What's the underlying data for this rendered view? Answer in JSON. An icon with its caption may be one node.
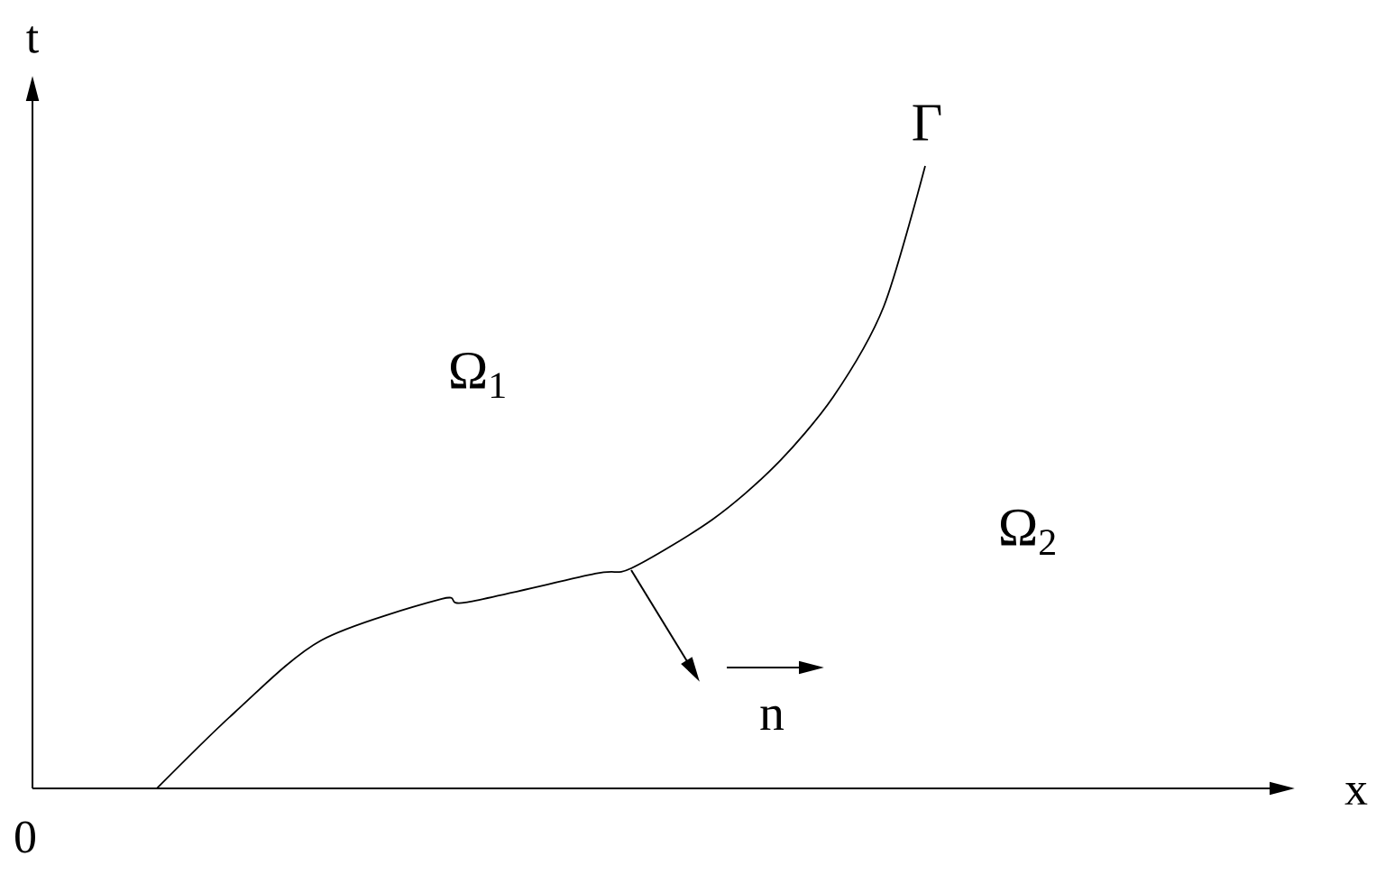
{
  "diagram": {
    "labels": [
      "t",
      "Γ",
      "Ω$_{1}$",
      "Ω$_{2}$",
      "n",
      "x",
      "0"
    ]
  }
}
